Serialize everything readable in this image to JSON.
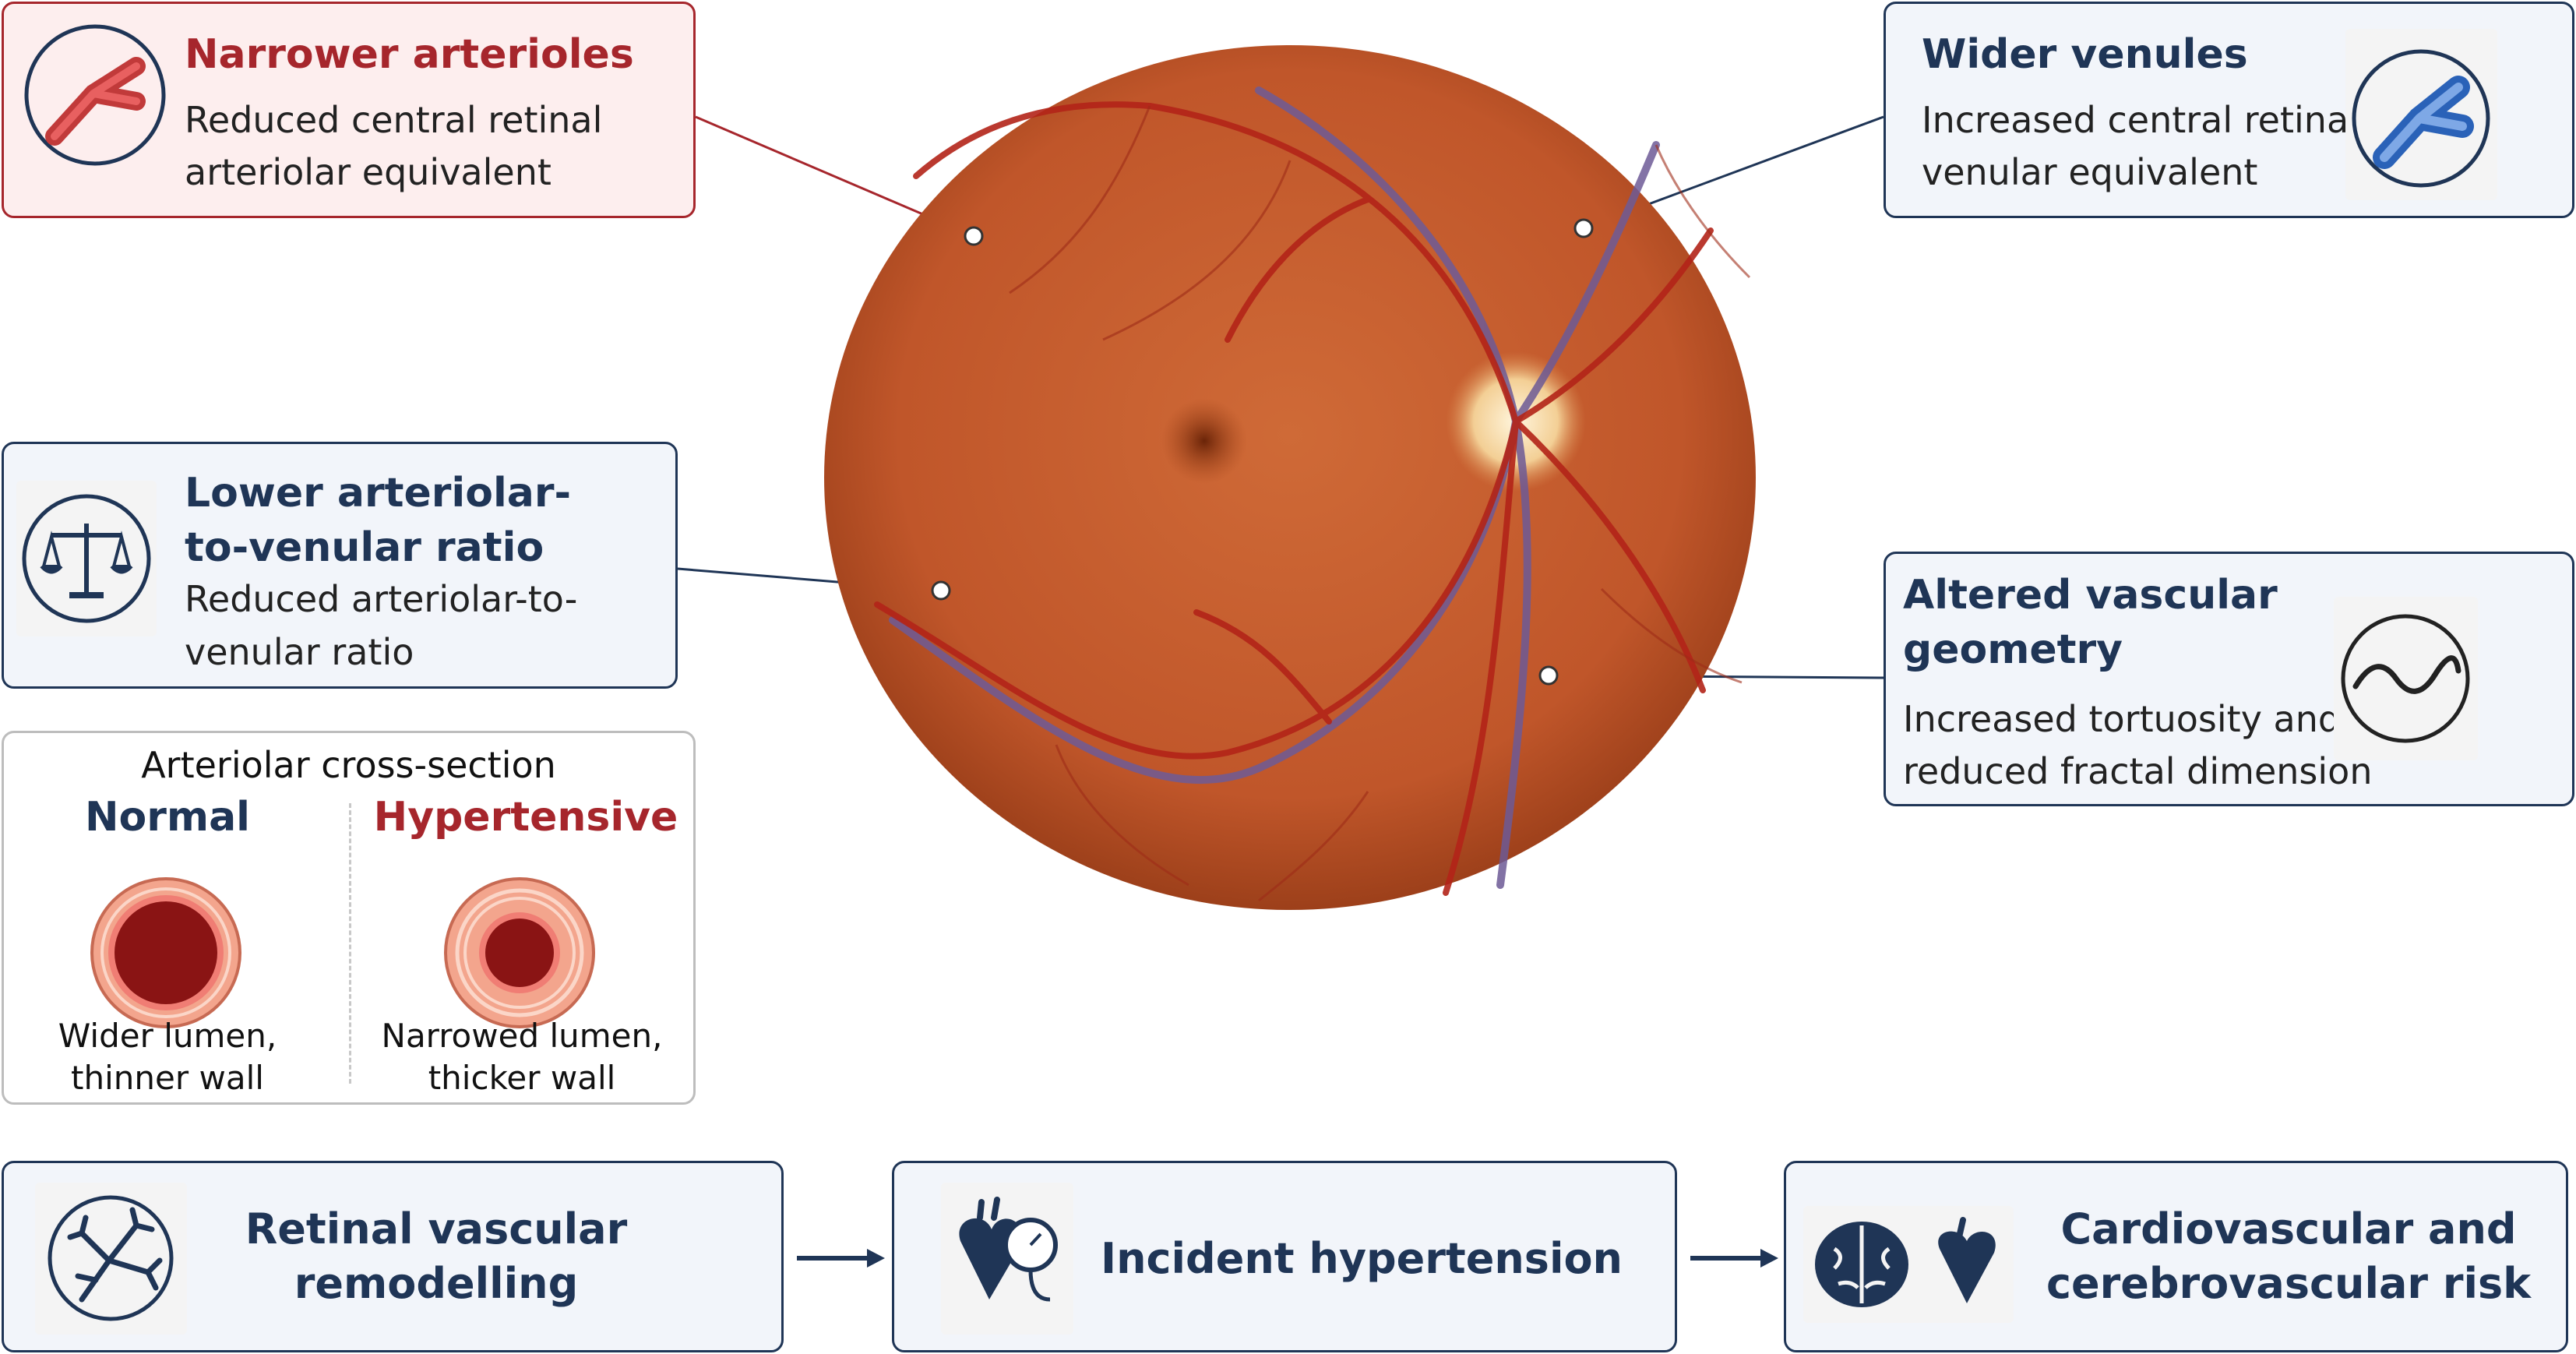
{
  "boxes": {
    "arterioles": {
      "title": "Narrower arterioles",
      "lines": [
        "Reduced central retinal",
        "arteriolar equivalent"
      ],
      "icon": "artery-icon",
      "color": "#a6262c"
    },
    "venules": {
      "title": "Wider venules",
      "lines": [
        "Increased central retinal",
        "venular equivalent"
      ],
      "icon": "vein-icon",
      "color": "#2a62b8"
    },
    "avr": {
      "title_lines": [
        "Lower arteriolar-",
        "to-venular ratio"
      ],
      "lines": [
        "Reduced arteriolar-to-",
        "venular ratio"
      ],
      "icon": "scales-icon"
    },
    "geometry": {
      "title_lines": [
        "Altered vascular",
        "geometry"
      ],
      "lines": [
        "Increased tortuosity and",
        "reduced fractal dimension"
      ],
      "icon": "wave-icon"
    }
  },
  "cross_section": {
    "heading": "Arteriolar cross-section",
    "normal": {
      "label": "Normal",
      "caption": [
        "Wider lumen,",
        "thinner wall"
      ]
    },
    "hypertensive": {
      "label": "Hypertensive",
      "caption": [
        "Narrowed lumen,",
        "thicker wall"
      ]
    }
  },
  "flow": [
    {
      "title_lines": [
        "Retinal vascular",
        "remodelling"
      ],
      "icon": "vessel-network-icon"
    },
    {
      "title_lines": [
        "Incident hypertension"
      ],
      "icon": "heart-gauge-icon"
    },
    {
      "title_lines": [
        "Cardiovascular and",
        "cerebrovascular risk"
      ],
      "icon": "brain-heart-icon"
    }
  ],
  "colors": {
    "red": "#a6262c",
    "navy": "#1f3556",
    "fundus": "#c0562a"
  }
}
